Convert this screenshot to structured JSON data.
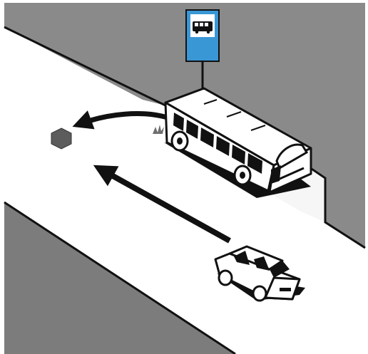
{
  "scene": {
    "sign_icon": "bus-icon",
    "colors": {
      "sidewalk": "#8a8a8a",
      "sidewalk_far": "#7c7c7c",
      "road": "#f6f6f6",
      "sign_blue": "#3a97d6",
      "ink": "#111111",
      "hex_marker": "#5c5c5c",
      "grass": "#6e6e6e"
    },
    "vehicles": [
      "bus",
      "car"
    ],
    "arrows": [
      "bus-departure-arrow",
      "car-direction-arrow"
    ]
  }
}
